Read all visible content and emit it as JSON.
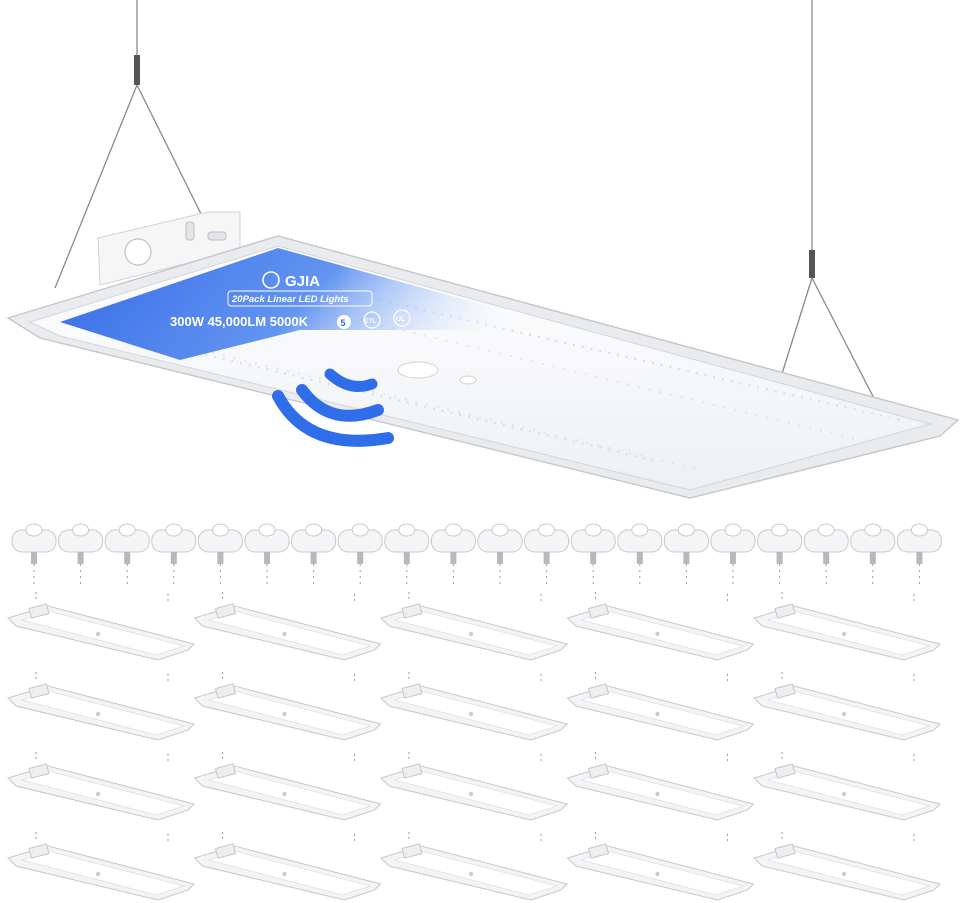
{
  "product": {
    "brand": "GJIA",
    "label": "20Pack Linear LED Lights",
    "specs": "300W 45,000LM 5000K",
    "cert_5": "5",
    "cert_ul": "UL",
    "cert_etl": "ETL"
  },
  "pack": {
    "sensor_count": 20,
    "light_count": 20
  },
  "colors": {
    "accent_blue": "#2f6ee8",
    "fixture": "#f3f4f6",
    "edge": "#c9ccd1"
  }
}
